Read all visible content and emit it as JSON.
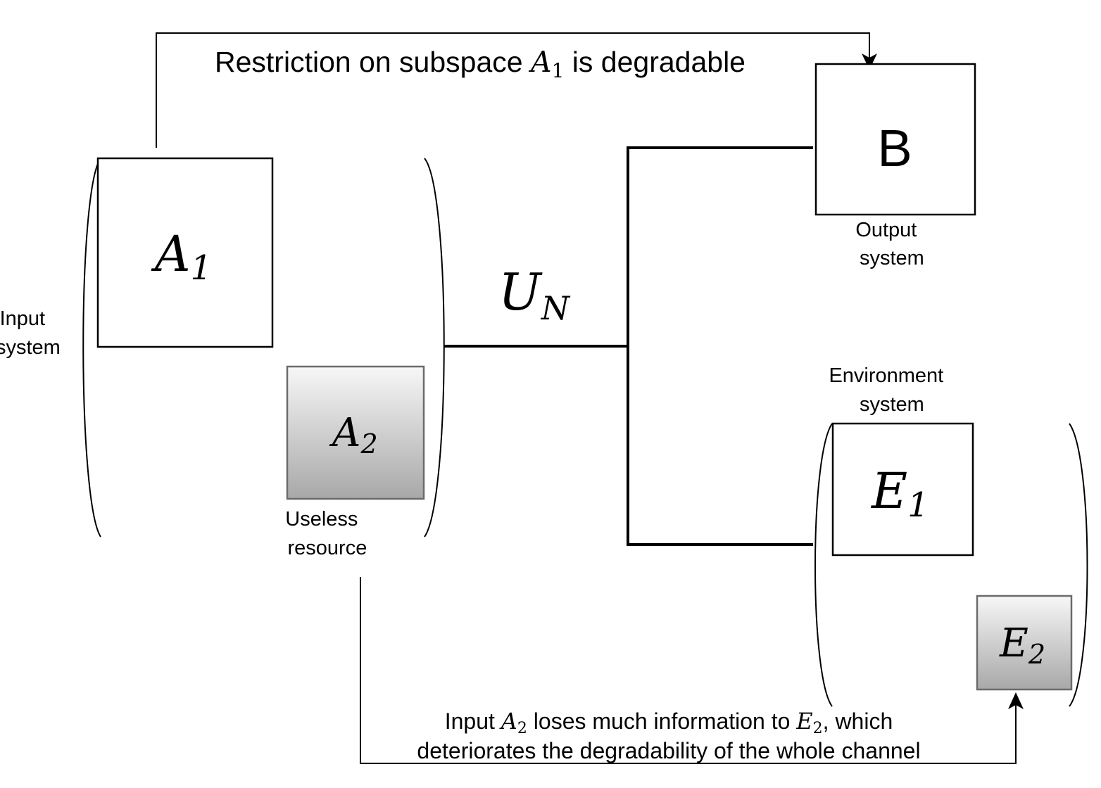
{
  "top_arrow": {
    "label_pre": "Restriction on subspace ",
    "label_math_base": "A",
    "label_math_sub": "1",
    "label_post": " is degradable"
  },
  "boxes": {
    "a1": {
      "base": "A",
      "sub": "1"
    },
    "a2": {
      "base": "A",
      "sub": "2"
    },
    "b": {
      "label": "B"
    },
    "e1": {
      "base": "E",
      "sub": "1"
    },
    "e2": {
      "base": "E",
      "sub": "2"
    }
  },
  "labels": {
    "input_system": [
      "Input",
      "system"
    ],
    "useless_resource": [
      "Useless",
      "resource"
    ],
    "output_system": [
      "Output",
      "system"
    ],
    "environment_system": [
      "Environment",
      "system"
    ]
  },
  "channel": {
    "base": "U",
    "sub": "N"
  },
  "bottom_arrow": {
    "line1_pre": "Input ",
    "line1_math1_base": "A",
    "line1_math1_sub": "2",
    "line1_mid": " loses much information to ",
    "line1_math2_base": "E",
    "line1_math2_sub": "2",
    "line1_post": ", which",
    "line2": "deteriorates the degradability of the whole channel"
  },
  "colors": {
    "stroke": "#000000",
    "gradient_top": "#f7f7f7",
    "gradient_bottom": "#a8a8a8",
    "gray_border": "#6b6b6b"
  }
}
